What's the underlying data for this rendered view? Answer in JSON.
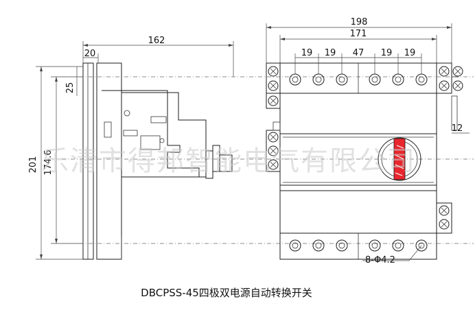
{
  "watermark": "乐清市得邦智能电气有限公司",
  "caption": "DBCPSS-45四极双电源自动转换开关",
  "dims": {
    "overall_width": "198",
    "inner_width": "171",
    "pitch_1": "19",
    "pitch_2": "19",
    "pitch_mid": "47",
    "pitch_3": "19",
    "pitch_4": "19",
    "right_offset": "12",
    "mount_holes": "8-Φ4.2",
    "side_depth": "162",
    "side_plate": "20",
    "side_top_offset": "25",
    "overall_height": "201",
    "mount_height": "174.6"
  },
  "icons": {
    "terminal": "terminal-screw-icon",
    "cross_screw": "cross-screw-icon",
    "handle": "rotary-handle-icon"
  },
  "colors": {
    "line": "#1a1a1a",
    "handle_red": "#e8262d",
    "watermark": "#c9c9c9"
  }
}
